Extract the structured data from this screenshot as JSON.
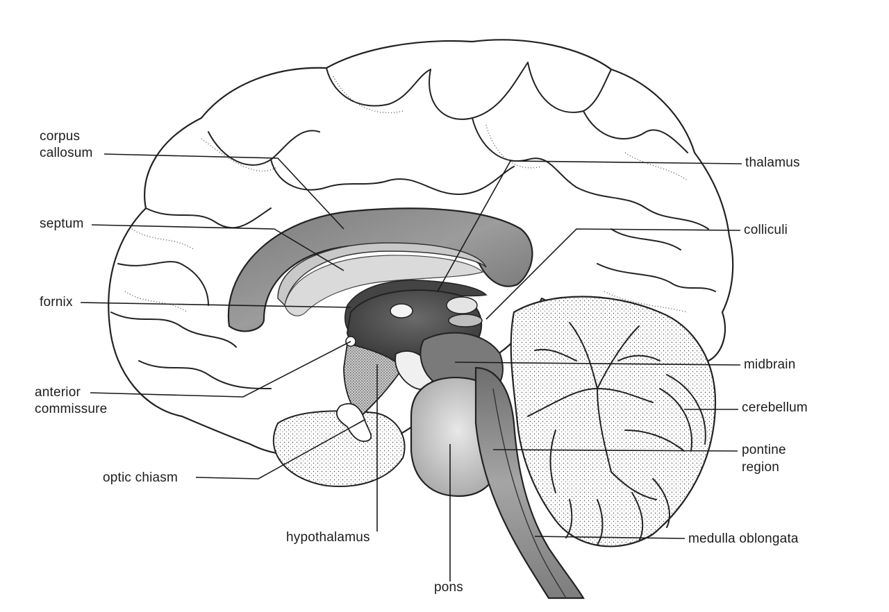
{
  "labels": {
    "corpus_callosum_1": "corpus",
    "corpus_callosum_2": "callosum",
    "septum": "septum",
    "fornix": "fornix",
    "anterior_commissure_1": "anterior",
    "anterior_commissure_2": "commissure",
    "optic_chiasm": "optic  chiasm",
    "hypothalamus": "hypothalamus",
    "pons": "pons",
    "thalamus": "thalamus",
    "colliculi": "colliculi",
    "midbrain": "midbrain",
    "cerebellum": "cerebellum",
    "pontine_region_1": "pontine",
    "pontine_region_2": "region",
    "medulla_oblongata": "medulla  oblongata"
  },
  "colors": {
    "ink": "#1c1c1c",
    "corpus_callosum_fill": "#8a8a8a",
    "ventricle_fill": "#d8d8d8",
    "thalamus_fill": "#555555",
    "brainstem_fill": "#9a9a9a",
    "cerebellum_fill": "#bdbdbd"
  }
}
